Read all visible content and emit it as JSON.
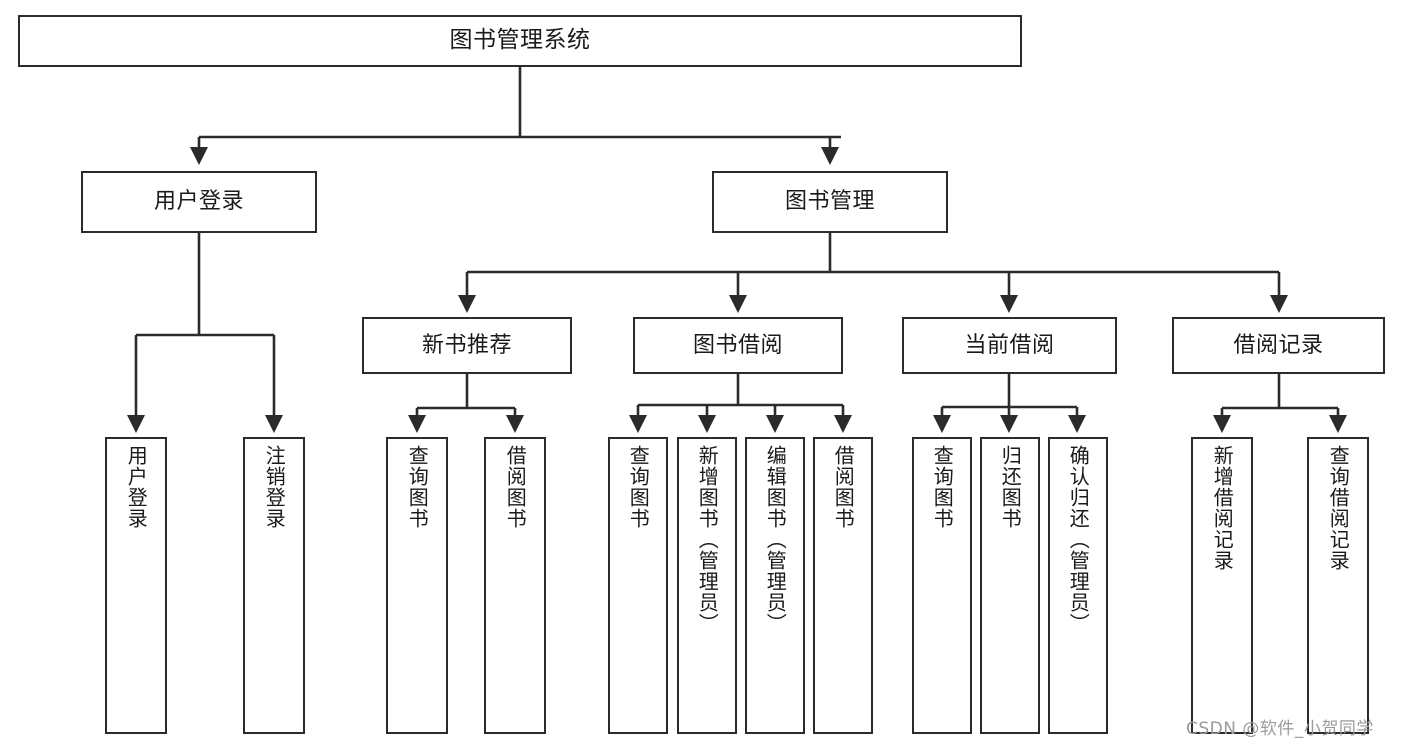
{
  "diagram": {
    "title": "图书管理系统",
    "watermark": "CSDN @软件_小贺同学",
    "line_color": "#2b2b2b",
    "box_fill": "#ffffff",
    "text_color": "#1a1a1a",
    "watermark_color": "#9b9b9b"
  },
  "nodes": {
    "root": {
      "label": "图书管理系统"
    },
    "level2": [
      {
        "label": "用户登录"
      },
      {
        "label": "图书管理"
      }
    ],
    "level3": [
      {
        "label": "新书推荐"
      },
      {
        "label": "图书借阅"
      },
      {
        "label": "当前借阅"
      },
      {
        "label": "借阅记录"
      }
    ],
    "leaves": {
      "user_login": [
        {
          "label": "用户登录"
        },
        {
          "label": "注销登录"
        }
      ],
      "new_book_recommend": [
        {
          "label": "查询图书"
        },
        {
          "label": "借阅图书"
        }
      ],
      "book_borrow": [
        {
          "label": "查询图书"
        },
        {
          "label": "新增图书（管理员）"
        },
        {
          "label": "编辑图书（管理员）"
        },
        {
          "label": "借阅图书"
        }
      ],
      "current_borrow": [
        {
          "label": "查询图书"
        },
        {
          "label": "归还图书"
        },
        {
          "label": "确认归还（管理员）"
        }
      ],
      "borrow_record": [
        {
          "label": "新增借阅记录"
        },
        {
          "label": "查询借阅记录"
        }
      ]
    }
  },
  "chart_data": {
    "type": "tree-diagram",
    "title": "图书管理系统",
    "orientation": "top-down",
    "levels": 4,
    "tree": {
      "name": "图书管理系统",
      "children": [
        {
          "name": "用户登录",
          "children": [
            {
              "name": "用户登录"
            },
            {
              "name": "注销登录"
            }
          ]
        },
        {
          "name": "图书管理",
          "children": [
            {
              "name": "新书推荐",
              "children": [
                {
                  "name": "查询图书"
                },
                {
                  "name": "借阅图书"
                }
              ]
            },
            {
              "name": "图书借阅",
              "children": [
                {
                  "name": "查询图书"
                },
                {
                  "name": "新增图书（管理员）"
                },
                {
                  "name": "编辑图书（管理员）"
                },
                {
                  "name": "借阅图书"
                }
              ]
            },
            {
              "name": "当前借阅",
              "children": [
                {
                  "name": "查询图书"
                },
                {
                  "name": "归还图书"
                },
                {
                  "name": "确认归还（管理员）"
                }
              ]
            },
            {
              "name": "借阅记录",
              "children": [
                {
                  "name": "新增借阅记录"
                },
                {
                  "name": "查询借阅记录"
                }
              ]
            }
          ]
        }
      ]
    }
  }
}
